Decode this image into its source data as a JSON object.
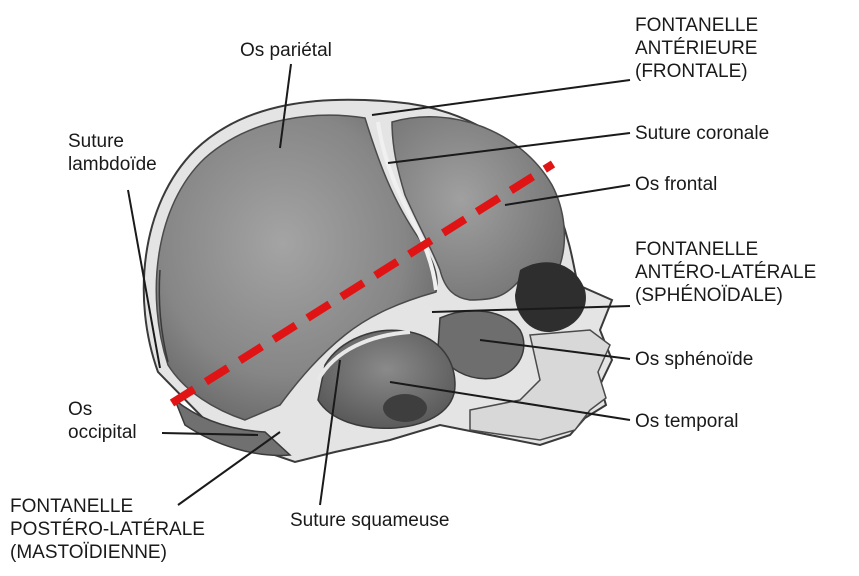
{
  "labels": {
    "os_parietal": "Os pariétal",
    "fontanelle_anterieure": [
      "FONTANELLE",
      "ANTÉRIEURE",
      "(FRONTALE)"
    ],
    "suture_lambdoide": [
      "Suture",
      "lambdoïde"
    ],
    "suture_coronale": "Suture coronale",
    "os_frontal": "Os frontal",
    "fontanelle_antero_laterale": [
      "FONTANELLE",
      "ANTÉRO-LATÉRALE",
      "(SPHÉNOÏDALE)"
    ],
    "os_sphenoide": "Os sphénoïde",
    "os_occipital": [
      "Os",
      "occipital"
    ],
    "os_temporal": "Os temporal",
    "fontanelle_postero_laterale": [
      "FONTANELLE",
      "POSTÉRO-LATÉRALE",
      "(MASTOÏDIENNE)"
    ],
    "suture_squameuse": "Suture squameuse"
  },
  "colors": {
    "bone": "#8c8c8c",
    "bone_dark": "#5e5e5e",
    "fontanelle": "#e4e4e4",
    "outline": "#3a3a3a",
    "cut_line": "#e01414",
    "leader": "#1a1a1a"
  }
}
